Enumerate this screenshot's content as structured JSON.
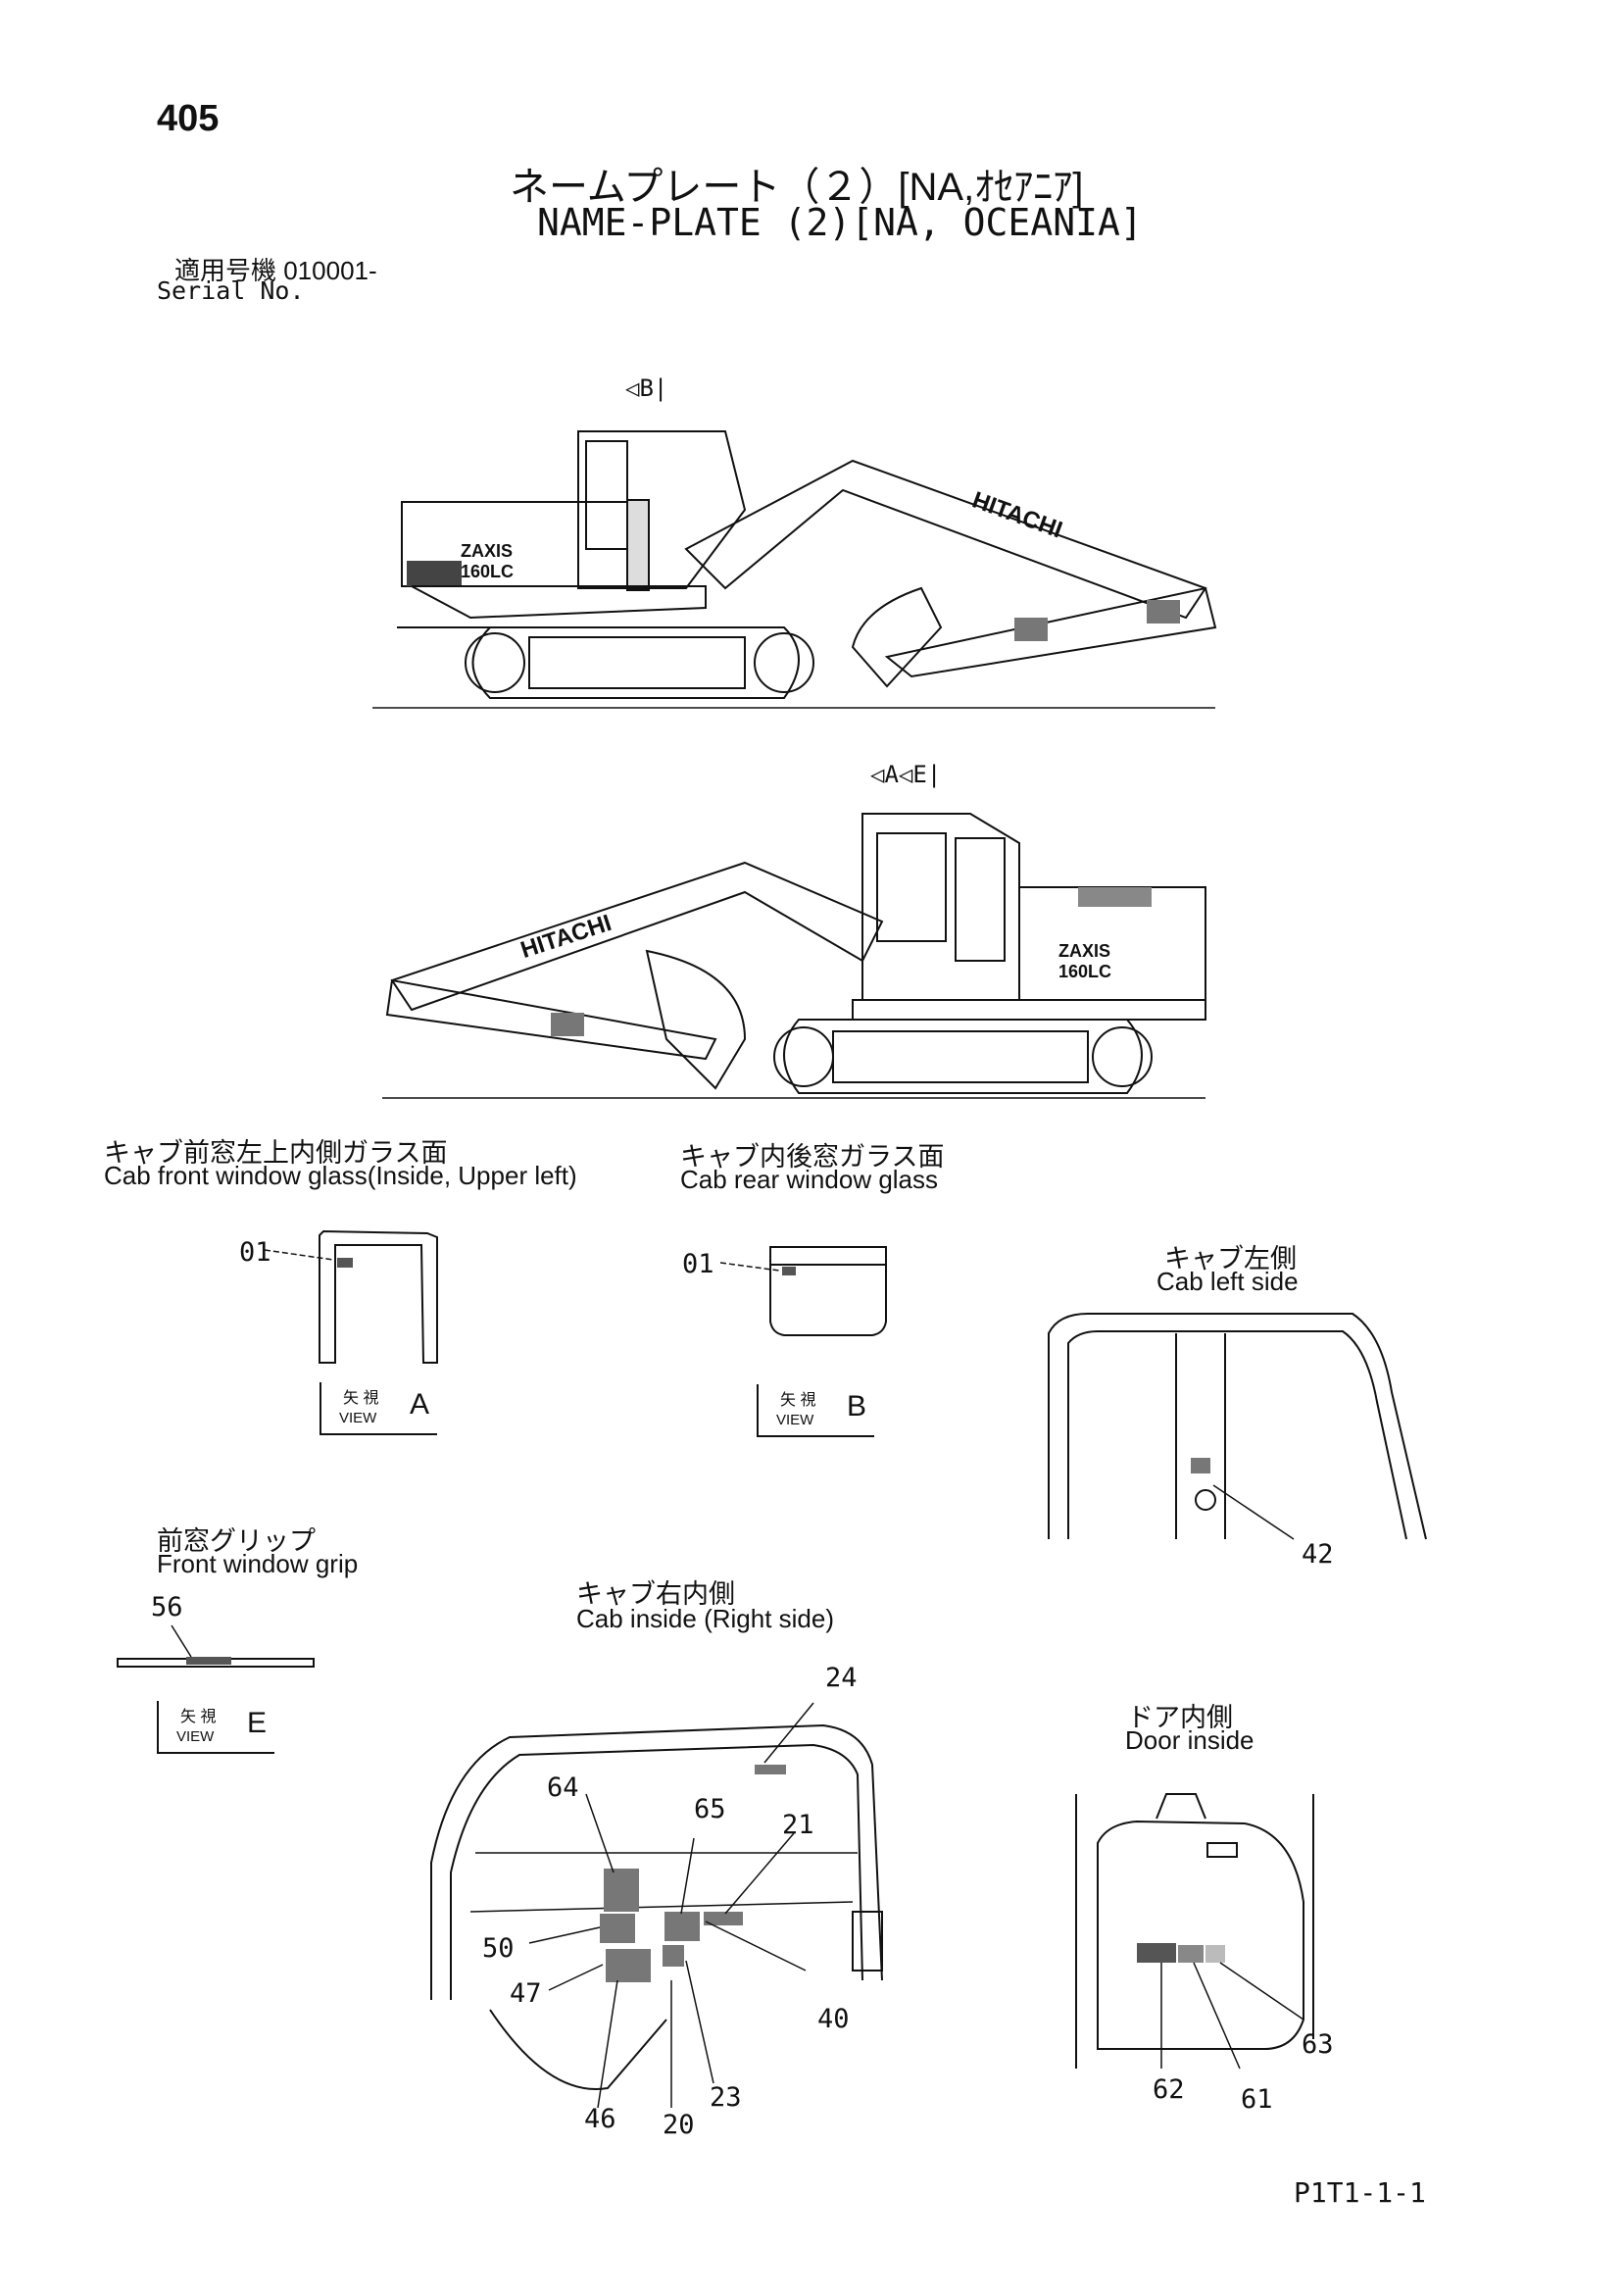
{
  "page_number": "405",
  "title_jp": "ネームプレート（２）[NA,ｵｾｱﾆｱ]",
  "title_en": "NAME-PLATE (2)[NA, OCEANIA]",
  "serial_jp": "適用号機  010001-",
  "serial_en": "Serial No.",
  "view_markers": {
    "b": "B",
    "a": "A",
    "e": "E"
  },
  "machine_text": {
    "brand": "HITACHI",
    "model_name": "ZAXIS",
    "model_number": "160LC"
  },
  "sections": {
    "front_window": {
      "jp": "キャブ前窓左上内側ガラス面",
      "en": "Cab front window glass(Inside, Upper left)",
      "callout": "01",
      "view_jp": "矢 視",
      "view_en": "VIEW",
      "view_letter": "A"
    },
    "rear_window": {
      "jp": "キャブ内後窓ガラス面",
      "en": "Cab rear window glass",
      "callout": "01",
      "view_jp": "矢 視",
      "view_en": "VIEW",
      "view_letter": "B"
    },
    "cab_left": {
      "jp": "キャブ左側",
      "en": "Cab left side",
      "callout": "42"
    },
    "grip": {
      "jp": "前窓グリップ",
      "en": "Front window grip",
      "callout": "56",
      "view_jp": "矢 視",
      "view_en": "VIEW",
      "view_letter": "E"
    },
    "cab_right": {
      "jp": "キャブ右内側",
      "en": "Cab inside (Right side)",
      "callouts": [
        "24",
        "64",
        "65",
        "21",
        "50",
        "47",
        "46",
        "20",
        "23",
        "40"
      ]
    },
    "door": {
      "jp": "ドア内側",
      "en": "Door inside",
      "callouts": [
        "62",
        "61",
        "63"
      ]
    }
  },
  "footer": "P1T1-1-1"
}
